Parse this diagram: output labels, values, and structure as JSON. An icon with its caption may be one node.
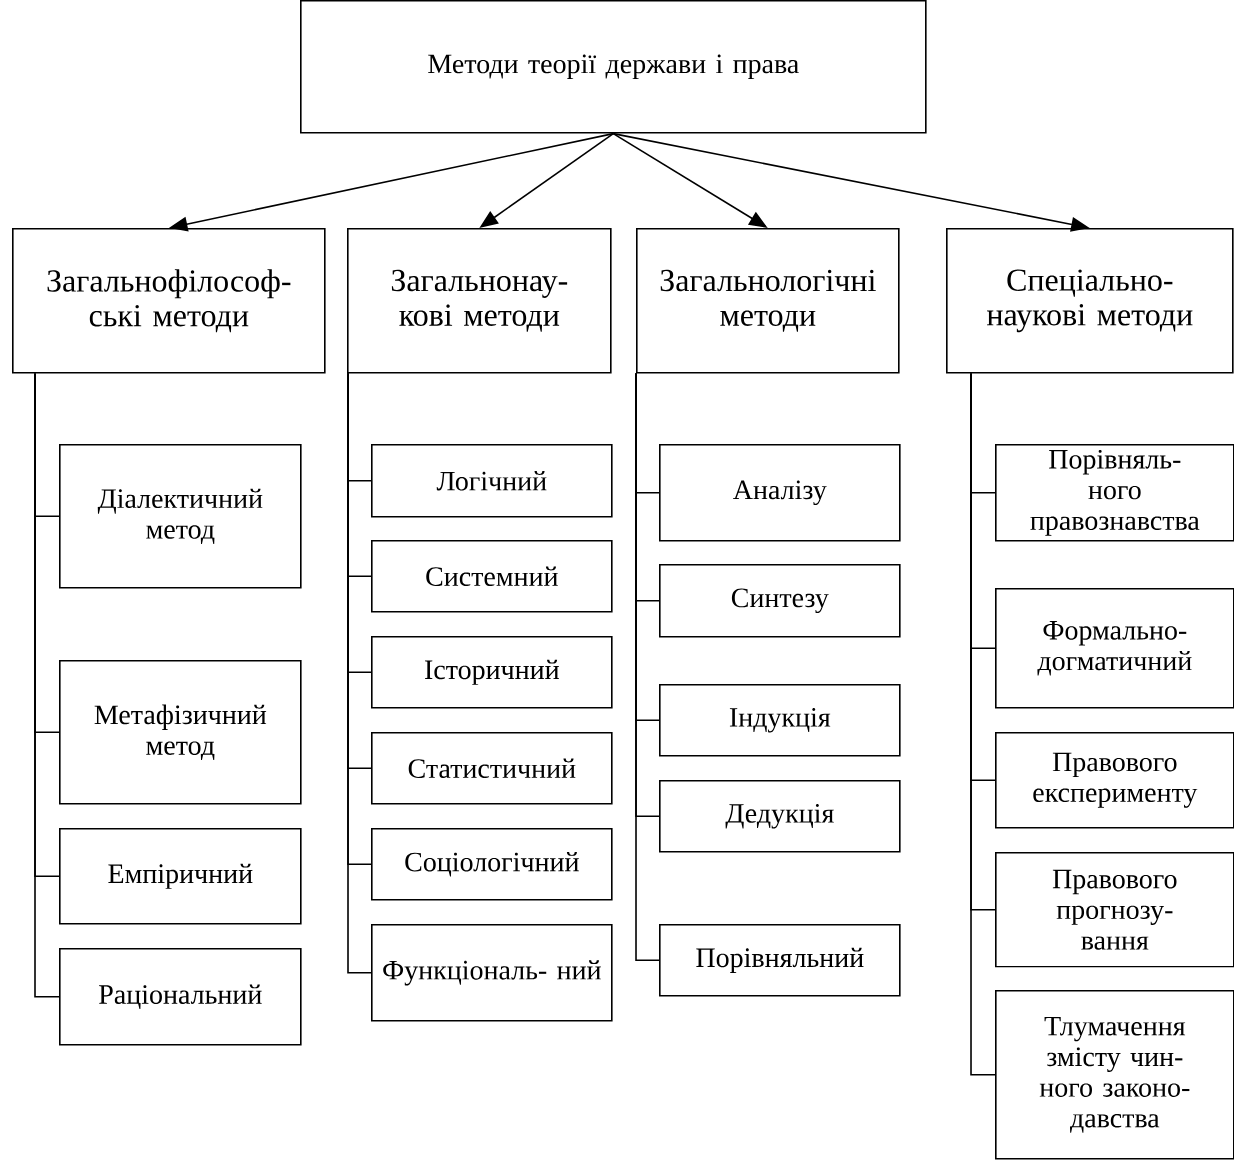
{
  "diagram": {
    "nodes": [
      {
        "text": [
          "Методи теорії держави і права"
        ]
      },
      {
        "text": [
          "Загальнофілософ- ські методи"
        ]
      },
      {
        "text": [
          "Загальнонау- кові методи"
        ]
      },
      {
        "text": [
          "Загальнологічні методи"
        ]
      },
      {
        "text": [
          "Спеціально- наукові методи"
        ]
      },
      {
        "text": [
          "Діалектичний метод"
        ]
      },
      {
        "text": [
          "Метафізичний метод"
        ]
      },
      {
        "text": [
          "Емпіричний"
        ]
      },
      {
        "text": [
          "Раціональний"
        ]
      },
      {
        "text": [
          "Логічний"
        ]
      },
      {
        "text": [
          "Системний"
        ]
      },
      {
        "text": [
          "Історичний"
        ]
      },
      {
        "text": [
          "Статистичний"
        ]
      },
      {
        "text": [
          "Соціологічний"
        ]
      },
      {
        "text": [
          "Функціональ- ний"
        ]
      },
      {
        "text": [
          "Аналізу"
        ]
      },
      {
        "text": [
          "Синтезу"
        ]
      },
      {
        "text": [
          "Індукція"
        ]
      },
      {
        "text": [
          "Дедукція"
        ]
      },
      {
        "text": [
          "Порівняльний"
        ]
      },
      {
        "text": [
          "Порівняль- ного правознавства"
        ]
      },
      {
        "text": [
          "Формально- догматичний"
        ]
      },
      {
        "text": [
          "Правового експерименту"
        ]
      },
      {
        "text": [
          "Правового прогнозу- вання"
        ]
      },
      {
        "text": [
          "Тлумачення змісту чин- ного законо- давства"
        ]
      }
    ],
    "edges": [
      {
        "from": 0,
        "to": 1,
        "arrow": "to"
      },
      {
        "from": 0,
        "to": 2,
        "arrow": "to"
      },
      {
        "from": 0,
        "to": 3,
        "arrow": "to"
      },
      {
        "from": 0,
        "to": 4,
        "arrow": "to"
      },
      {
        "from": 1,
        "to": 5,
        "arrow": "none"
      },
      {
        "from": 1,
        "to": 6,
        "arrow": "none"
      },
      {
        "from": 1,
        "to": 7,
        "arrow": "none"
      },
      {
        "from": 1,
        "to": 8,
        "arrow": "none"
      },
      {
        "from": 2,
        "to": 9,
        "arrow": "none"
      },
      {
        "from": 2,
        "to": 10,
        "arrow": "none"
      },
      {
        "from": 2,
        "to": 11,
        "arrow": "none"
      },
      {
        "from": 2,
        "to": 12,
        "arrow": "none"
      },
      {
        "from": 2,
        "to": 13,
        "arrow": "none"
      },
      {
        "from": 2,
        "to": 14,
        "arrow": "none"
      },
      {
        "from": 3,
        "to": 15,
        "arrow": "none"
      },
      {
        "from": 3,
        "to": 16,
        "arrow": "none"
      },
      {
        "from": 3,
        "to": 17,
        "arrow": "none"
      },
      {
        "from": 3,
        "to": 18,
        "arrow": "none"
      },
      {
        "from": 3,
        "to": 19,
        "arrow": "none"
      },
      {
        "from": 4,
        "to": 20,
        "arrow": "none"
      },
      {
        "from": 4,
        "to": 21,
        "arrow": "none"
      },
      {
        "from": 4,
        "to": 22,
        "arrow": "none"
      },
      {
        "from": 4,
        "to": 23,
        "arrow": "none"
      },
      {
        "from": 4,
        "to": 24,
        "arrow": "none"
      }
    ]
  }
}
